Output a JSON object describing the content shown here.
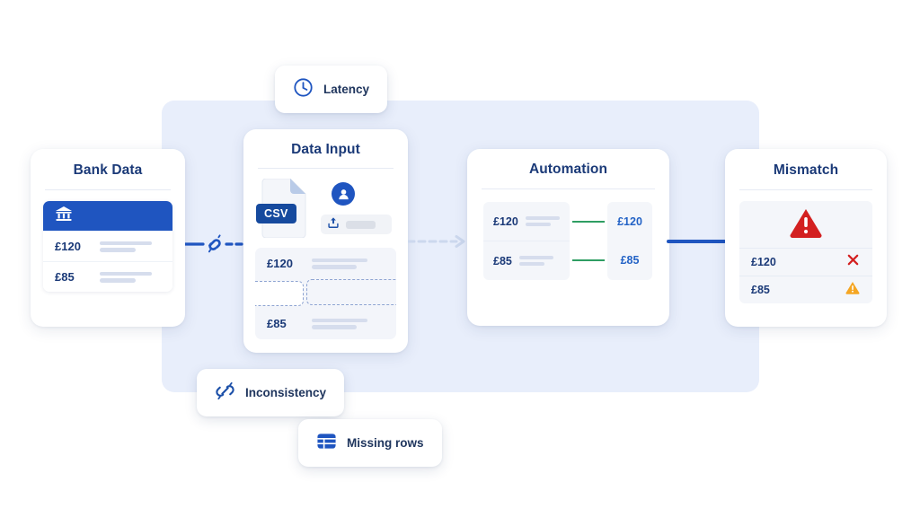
{
  "theme": {
    "brand_blue": "#1f55c0",
    "deep_navy": "#1b3a78",
    "panel_bg": "#e8eefb",
    "link_blue": "#2463c6",
    "green": "#2f9e63",
    "red": "#d32020",
    "amber": "#f5a623",
    "page_bg": "#ffffff"
  },
  "cards": {
    "bank_data": {
      "title": "Bank Data",
      "header_icon": "bank-icon",
      "rows": [
        {
          "amount": "£120"
        },
        {
          "amount": "£85"
        }
      ]
    },
    "data_input": {
      "title": "Data Input",
      "file": {
        "type_label": "CSV",
        "icon": "csv-file-icon"
      },
      "avatar_icon": "user-avatar-icon",
      "upload": {
        "icon": "upload-icon",
        "placeholder_bar": ""
      },
      "rows": [
        {
          "amount": "£120"
        },
        {
          "amount": "£85"
        }
      ],
      "missing_row_placeholders": [
        "dashed-box-left",
        "dashed-box-right"
      ]
    },
    "automation": {
      "title": "Automation",
      "rows": [
        {
          "source_amount": "£120",
          "matched_amount": "£120",
          "link": "matched"
        },
        {
          "source_amount": "£85",
          "matched_amount": "£85",
          "link": "matched"
        }
      ]
    },
    "mismatch": {
      "title": "Mismatch",
      "alert_icon": "warning-triangle-icon",
      "rows": [
        {
          "amount": "£120",
          "status_icon": "error-cross-icon",
          "status": "error"
        },
        {
          "amount": "£85",
          "status_icon": "warning-triangle-icon",
          "status": "warning"
        }
      ]
    }
  },
  "badges": [
    {
      "label": "Latency",
      "icon": "clock-icon"
    },
    {
      "label": "Inconsistency",
      "icon": "broken-link-icon"
    },
    {
      "label": "Missing rows",
      "icon": "table-grid-icon"
    }
  ],
  "connectors": [
    {
      "name": "bank-to-input",
      "style": "solid-then-dashed",
      "icon": "broken-link-icon",
      "color": "#1f55c0"
    },
    {
      "name": "input-to-automation",
      "style": "dashed-arrow",
      "color": "#ccd8ee"
    },
    {
      "name": "automation-to-mismatch",
      "style": "solid",
      "color": "#1f55c0"
    }
  ]
}
